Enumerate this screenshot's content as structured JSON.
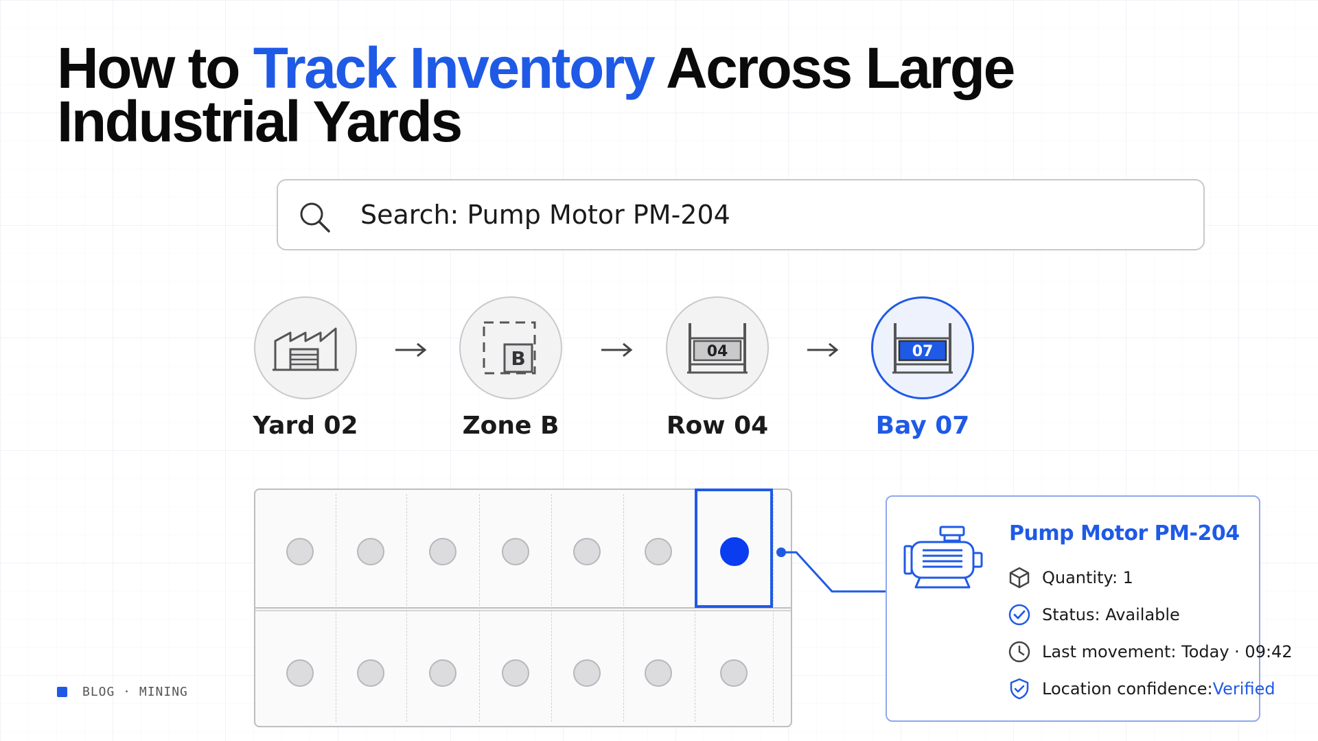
{
  "title": {
    "part1": "How to ",
    "highlight": "Track Inventory",
    "part2": " Across Large Industrial Yards"
  },
  "search": {
    "text": "Search: Pump Motor PM-204",
    "icon": "search-icon"
  },
  "path": {
    "steps": [
      {
        "label": "Yard 02",
        "icon": "warehouse-icon"
      },
      {
        "label": "Zone B",
        "icon": "zone-icon",
        "badge": "B"
      },
      {
        "label": "Row 04",
        "icon": "rack-icon",
        "badge": "04"
      },
      {
        "label": "Bay 07",
        "icon": "rack-icon",
        "badge": "07",
        "active": true
      }
    ],
    "arrow_icon": "arrow-right-icon"
  },
  "bay_grid": {
    "rows": 2,
    "columns": 7,
    "selected": {
      "row": 1,
      "column": 7
    }
  },
  "detail": {
    "icon": "pump-motor-icon",
    "title": "Pump Motor PM-204",
    "quantity": "Quantity: 1",
    "status": "Status: Available",
    "last_movement": "Last movement: Today · 09:42",
    "confidence_label": "Location confidence: ",
    "confidence_value": "Verified"
  },
  "footer": {
    "text": "BLOG · MINING"
  },
  "colors": {
    "accent": "#1f5ae6",
    "dot_active": "#0a3cf0",
    "dot_idle": "#dcdcdf"
  }
}
